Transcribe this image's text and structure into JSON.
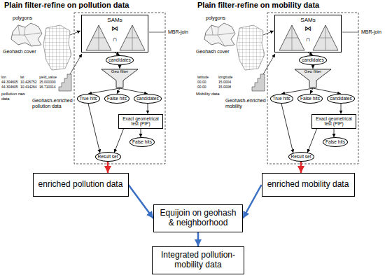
{
  "diagram": {
    "nodes": [
      {
        "text": [
          "SAMs",
          "⋈",
          "∩"
        ]
      },
      {
        "text": [
          "candidates"
        ]
      },
      {
        "text": [
          "Geo filter"
        ]
      },
      {
        "text": [
          "True hits"
        ]
      },
      {
        "text": [
          "False hits"
        ]
      },
      {
        "text": [
          "candidates"
        ]
      },
      {
        "text": [
          "Exact geometrical test (PIP)"
        ]
      },
      {
        "text": [
          "False hits"
        ]
      },
      {
        "text": [
          "Result set"
        ]
      },
      {
        "text": [
          "SAMs",
          "⋈",
          "∩"
        ]
      },
      {
        "text": [
          "candidates"
        ]
      },
      {
        "text": [
          "Geo filter"
        ]
      },
      {
        "text": [
          "True hits"
        ]
      },
      {
        "text": [
          "False hits"
        ]
      },
      {
        "text": [
          "candidates"
        ]
      },
      {
        "text": [
          "Exact geometrical test (PIP)"
        ]
      },
      {
        "text": [
          "False hits"
        ]
      },
      {
        "text": [
          "Result set"
        ]
      },
      {
        "text": [
          "enriched pollution data"
        ]
      },
      {
        "text": [
          "enriched mobility data"
        ]
      },
      {
        "text": [
          "Equijoin on geohash & neighborhood"
        ]
      },
      {
        "text": [
          "Integrated pollution-mobility data"
        ]
      }
    ],
    "edges": [
      {
        "from": 0,
        "to": 1,
        "arrow": "to"
      },
      {
        "from": 1,
        "to": 2,
        "arrow": "to"
      },
      {
        "from": 2,
        "to": 3,
        "arrow": "to"
      },
      {
        "from": 2,
        "to": 4,
        "arrow": "to"
      },
      {
        "from": 2,
        "to": 5,
        "arrow": "to"
      },
      {
        "from": 5,
        "to": 6,
        "arrow": "to"
      },
      {
        "from": 6,
        "to": 7,
        "arrow": "to"
      },
      {
        "from": 6,
        "to": 8,
        "arrow": "to"
      },
      {
        "from": 3,
        "to": 8,
        "arrow": "to"
      },
      {
        "from": 9,
        "to": 10,
        "arrow": "to"
      },
      {
        "from": 10,
        "to": 11,
        "arrow": "to"
      },
      {
        "from": 11,
        "to": 12,
        "arrow": "to"
      },
      {
        "from": 11,
        "to": 13,
        "arrow": "to"
      },
      {
        "from": 11,
        "to": 14,
        "arrow": "to"
      },
      {
        "from": 14,
        "to": 15,
        "arrow": "to"
      },
      {
        "from": 15,
        "to": 16,
        "arrow": "to"
      },
      {
        "from": 15,
        "to": 17,
        "arrow": "to"
      },
      {
        "from": 12,
        "to": 17,
        "arrow": "to"
      },
      {
        "from": 8,
        "to": 18,
        "arrow": "to"
      },
      {
        "from": 17,
        "to": 19,
        "arrow": "to"
      },
      {
        "from": 18,
        "to": 20,
        "arrow": "to"
      },
      {
        "from": 19,
        "to": 20,
        "arrow": "to"
      },
      {
        "from": 20,
        "to": 21,
        "arrow": "to"
      }
    ],
    "labels": [
      "Plain filter-refine on pollution data",
      "polygons",
      "Geohash cover",
      "MBR-join",
      "lon",
      "lat",
      "yield_value",
      "44.304605",
      "10.426752",
      "15.000000",
      "44.304605",
      "10.414264",
      "16.710014",
      "pollution raw data",
      "Geohash-enriched pollution data",
      "Plain filter-refine on mobility data",
      "polygons",
      "Geohash cover",
      "MBR-join",
      "latitude",
      "longitude",
      "00.00",
      "15.0004",
      "00.00",
      "15.0008",
      "Mobility data",
      "Geohash-enriched mobility"
    ]
  }
}
